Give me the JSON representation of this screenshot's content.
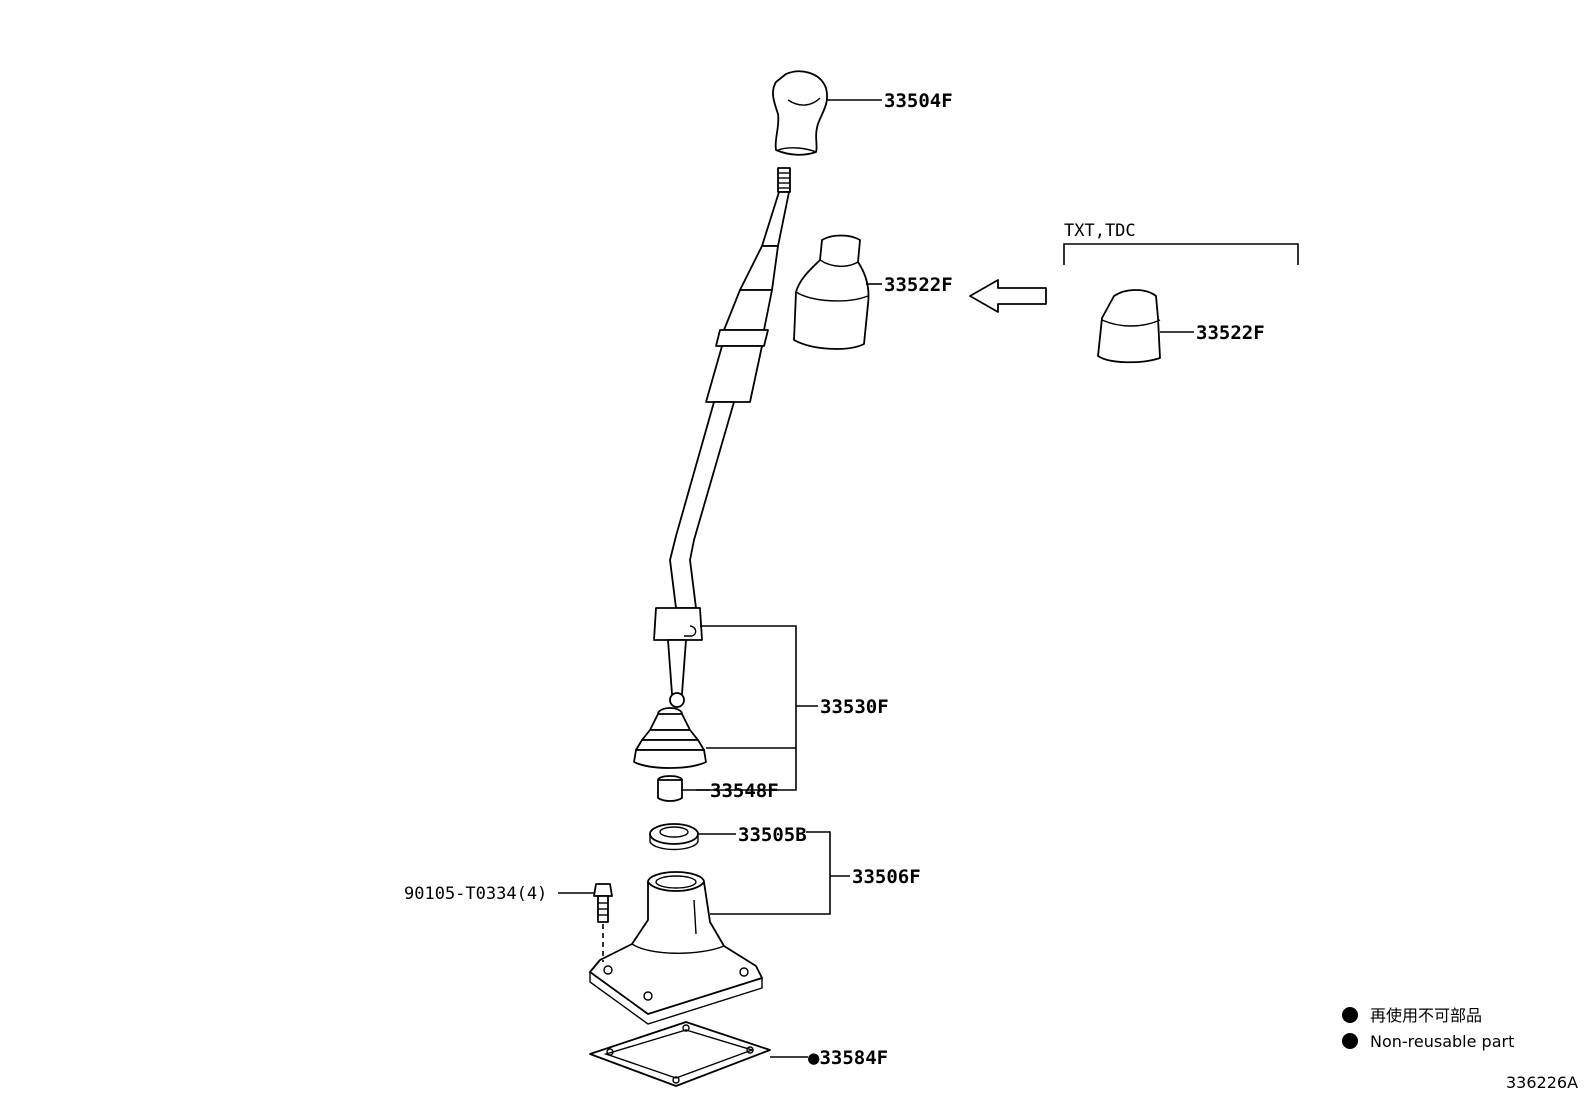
{
  "parts": {
    "knob": "33504F",
    "boot_upper": "33522F",
    "boot_variant": "33522F",
    "lever_assy": "33530F",
    "bushing": "33548F",
    "seal": "33505B",
    "retainer": "33506F",
    "bolt": "90105-T0334(4)",
    "gasket": "●33584F"
  },
  "variant_label": "TXT,TDC",
  "legend": {
    "jp": "再使用不可部品",
    "en": "Non-reusable part"
  },
  "diagram_id": "336226A"
}
